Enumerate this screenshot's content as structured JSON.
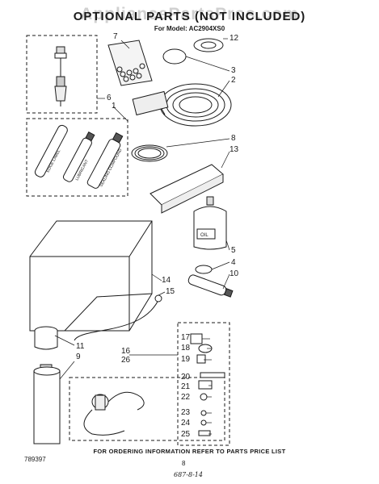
{
  "header": {
    "title": "OPTIONAL PARTS (NOT INCLUDED)",
    "model_line": "For Model: AC2904XS0",
    "watermark": "AppliancePartsPros.com"
  },
  "callouts": [
    "7",
    "12",
    "3",
    "2",
    "6",
    "1",
    "8",
    "13",
    "5",
    "4",
    "10",
    "14",
    "15",
    "11",
    "9",
    "16",
    "26",
    "17",
    "18",
    "19",
    "20",
    "21",
    "22",
    "23",
    "24",
    "25"
  ],
  "tube_labels": [
    "EDGE LABEL",
    "LUBRICANT",
    "SEALING COMPOUND"
  ],
  "bottle_label": "OIL",
  "footer": {
    "ordering_note": "FOR ORDERING INFORMATION REFER TO PARTS PRICE LIST",
    "doc_number": "789397",
    "page_number": "8",
    "handwritten": "687-8-14"
  },
  "colors": {
    "ink": "#1a1a1a",
    "paper": "#ffffff",
    "watermark": "#787878"
  }
}
